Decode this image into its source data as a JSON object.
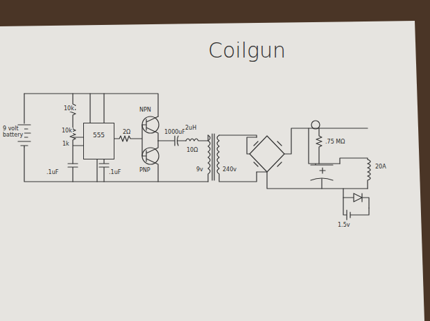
{
  "diagram": {
    "title": "Coilgun",
    "nodes": [
      {
        "text": [
          "555"
        ]
      }
    ],
    "labels": [
      "9 volt battery",
      "10k",
      "10k",
      "1k",
      ".1uF",
      ".1uF",
      "2Ω",
      "NPN",
      "PNP",
      "1000uF",
      "2uH",
      "10Ω",
      "9v",
      "240v",
      ".75 MΩ",
      "20A",
      "1.5v"
    ]
  }
}
